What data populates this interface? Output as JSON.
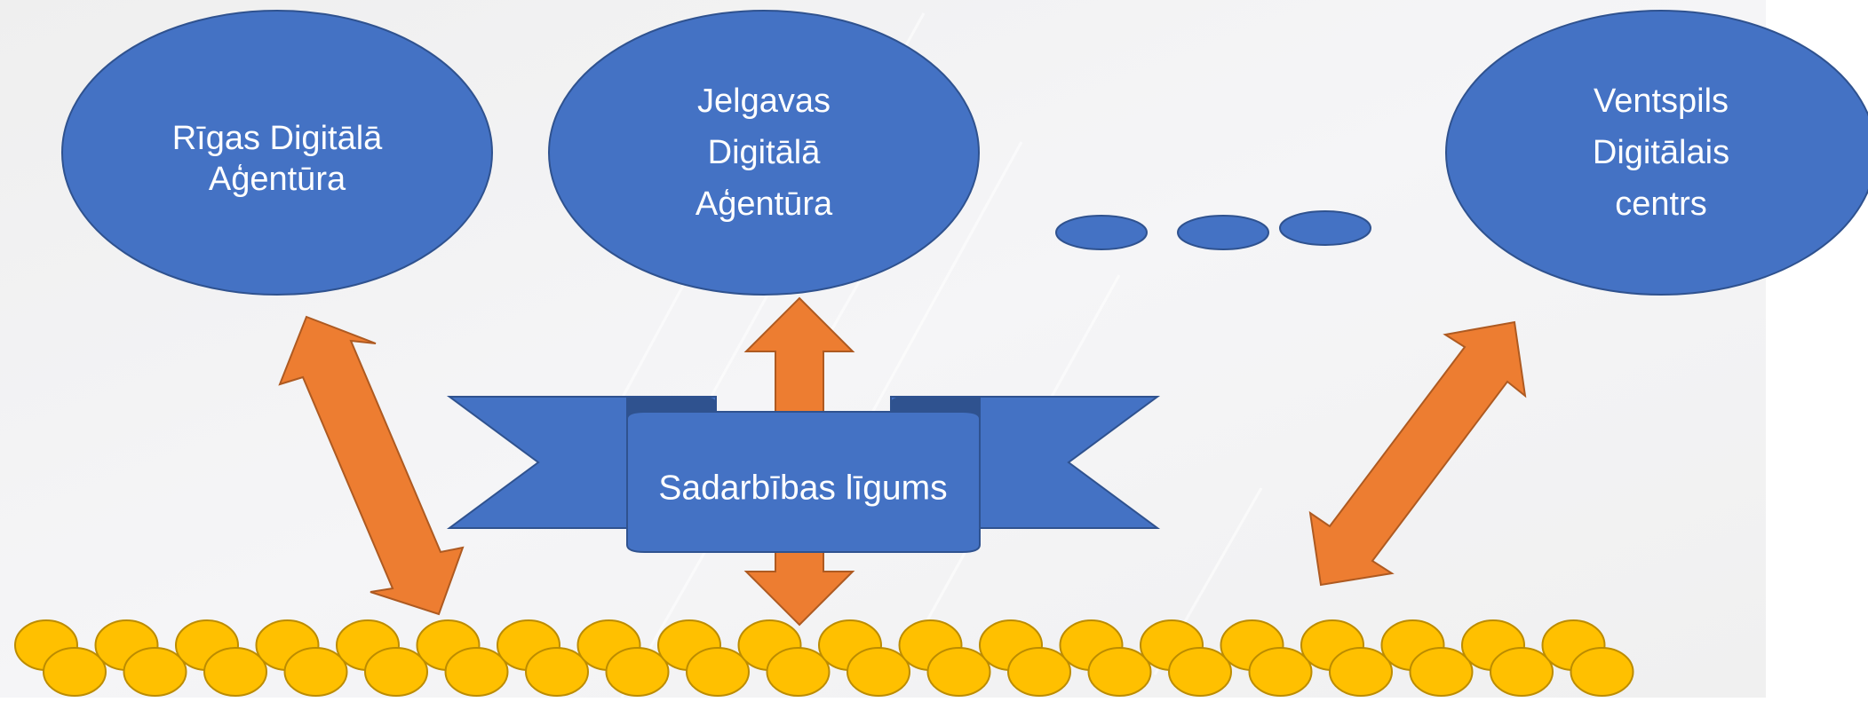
{
  "agencies": [
    {
      "lines": [
        "Rīgas Digitālā",
        "Aģentūra"
      ]
    },
    {
      "lines": [
        "Jelgavas",
        "Digitālā",
        "Aģentūra"
      ]
    },
    {
      "lines": [
        "Ventspils",
        "Digitālais",
        "centrs"
      ]
    }
  ],
  "banner": {
    "label": "Sadarbības līgums"
  },
  "colors": {
    "ellipse_fill": "#4472C4",
    "ellipse_stroke": "#2F528F",
    "arrow_fill": "#ED7D31",
    "arrow_stroke": "#AE5A21",
    "coin_fill": "#FFC000",
    "coin_stroke": "#BC8C00",
    "text": "#FFFFFF"
  },
  "coin_row": {
    "pair_count": 20
  }
}
